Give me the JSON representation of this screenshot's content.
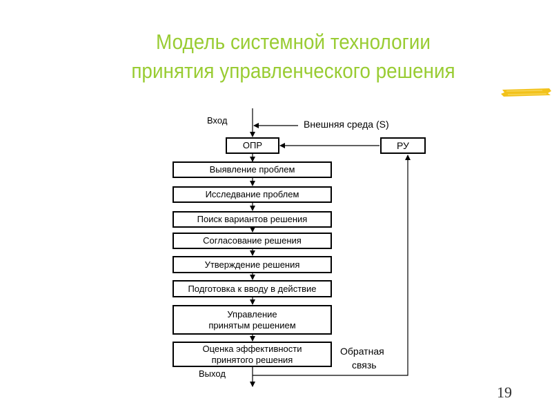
{
  "title": {
    "line1": "Модель системной технологии",
    "line2": "принятия управленческого решения"
  },
  "labels": {
    "input": "Вход",
    "environment": "Внешняя среда (S)",
    "output": "Выход",
    "feedback_line1": "Обратная",
    "feedback_line2": "связь"
  },
  "nodes": {
    "opr": "ОПР",
    "ru": "РУ"
  },
  "steps": [
    {
      "lines": [
        "Выявление проблем"
      ]
    },
    {
      "lines": [
        "Исследвание проблем"
      ]
    },
    {
      "lines": [
        "Поиск вариантов решения"
      ]
    },
    {
      "lines": [
        "Согласование решения"
      ]
    },
    {
      "lines": [
        "Утверждение решения"
      ]
    },
    {
      "lines": [
        "Подготовка к вводу в действие"
      ]
    },
    {
      "lines": [
        "Управление",
        "принятым решением"
      ]
    },
    {
      "lines": [
        "Оценка эффективности",
        "принятого решения"
      ]
    }
  ],
  "page_number": "19",
  "colors": {
    "title": "#99cc33",
    "highlight": "#f2c21b"
  }
}
